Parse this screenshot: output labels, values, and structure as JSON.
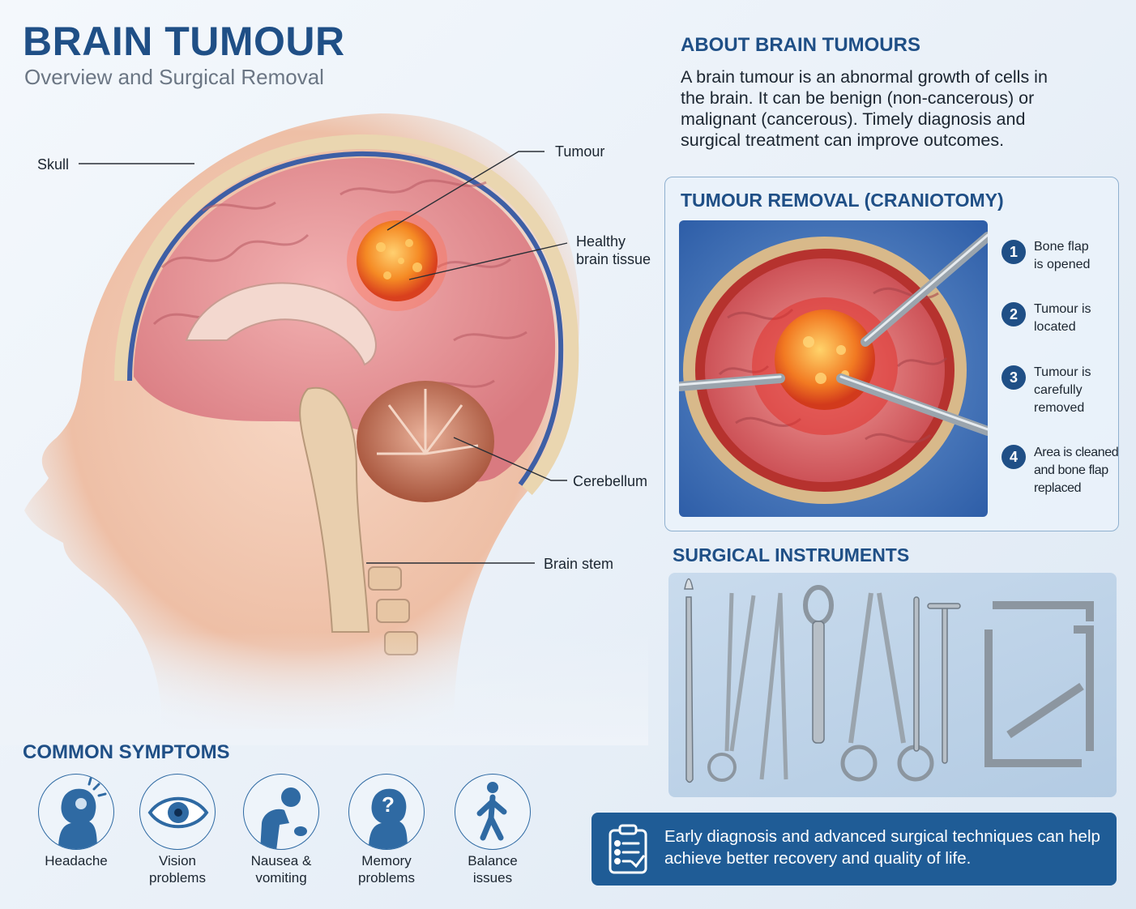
{
  "header": {
    "title": "BRAIN TUMOUR",
    "subtitle": "Overview and Surgical Removal"
  },
  "anatomy": {
    "labels": {
      "skull": "Skull",
      "tumour": "Tumour",
      "healthy": "Healthy\nbrain tissue",
      "cerebellum": "Cerebellum",
      "brainstem": "Brain stem"
    }
  },
  "about": {
    "heading": "ABOUT BRAIN TUMOURS",
    "text": "A brain tumour is an abnormal growth of cells in the brain. It can be benign (non-cancerous) or malignant (cancerous). Timely diagnosis and surgical treatment can improve outcomes."
  },
  "craniotomy": {
    "heading": "TUMOUR REMOVAL (CRANIOTOMY)",
    "steps": [
      {
        "num": "1",
        "text": "Bone flap\nis opened"
      },
      {
        "num": "2",
        "text": "Tumour is\nlocated"
      },
      {
        "num": "3",
        "text": "Tumour is\ncarefully\nremoved"
      },
      {
        "num": "4",
        "text": "Area is cleaned\nand bone flap\nreplaced"
      }
    ]
  },
  "instruments": {
    "heading": "SURGICAL INSTRUMENTS"
  },
  "banner": {
    "icon": "clipboard-checklist-icon",
    "text": "Early diagnosis and advanced surgical techniques can help achieve better recovery and quality of life."
  },
  "symptoms": {
    "heading": "COMMON SYMPTOMS",
    "items": [
      {
        "icon": "headache-icon",
        "label": "Headache"
      },
      {
        "icon": "eye-icon",
        "label": "Vision\nproblems"
      },
      {
        "icon": "nausea-icon",
        "label": "Nausea &\nvomiting"
      },
      {
        "icon": "memory-question-icon",
        "label": "Memory\nproblems"
      },
      {
        "icon": "walking-person-icon",
        "label": "Balance\nissues"
      }
    ]
  },
  "colors": {
    "primary": "#1f4f86",
    "banner": "#1f5c96",
    "tumour": "#f07a1e",
    "brain": "#e8959a"
  }
}
